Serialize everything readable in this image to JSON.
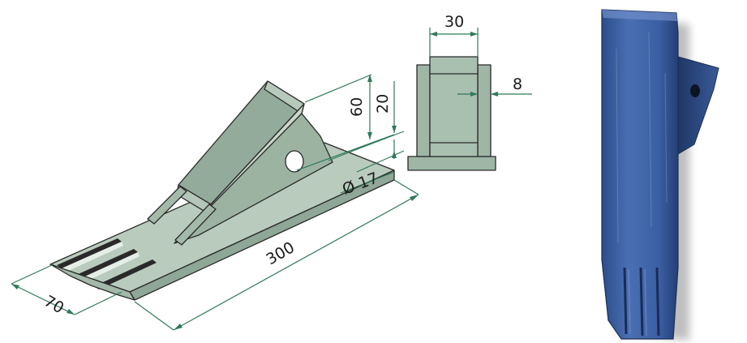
{
  "diagram": {
    "dimensions": {
      "width_70": "70",
      "length_300": "300",
      "height_60": "60",
      "height_20": "20",
      "hole_dia": "Ø 17",
      "width_30": "30",
      "thickness_8": "8"
    },
    "colors": {
      "part_face": "#9fb6a6",
      "part_top": "#b9cbbd",
      "part_dark": "#7f978a",
      "dimension": "#2e7a57",
      "photo_blue": "#3f63a6"
    }
  }
}
